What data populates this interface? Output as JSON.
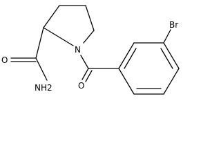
{
  "molecule": {
    "atoms": {
      "br": "Br",
      "n": "N",
      "o_ketone": "O",
      "o_amide": "O",
      "nh2": "NH2"
    },
    "colors": {
      "bond": "#000000",
      "label": "#000000",
      "background": "#ffffff"
    }
  }
}
